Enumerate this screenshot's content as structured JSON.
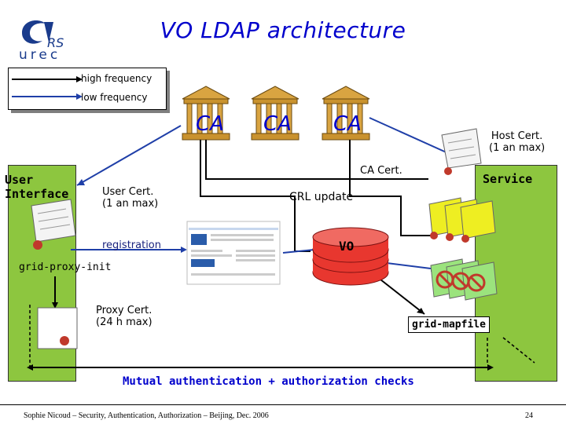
{
  "slide": {
    "title": "VO LDAP architecture",
    "logo_text": "urec",
    "legend": {
      "high": "high frequency",
      "low": "low frequency"
    },
    "ca_labels": [
      "CA",
      "CA",
      "CA"
    ],
    "host_cert": [
      "Host Cert.",
      "(1 an max)"
    ],
    "service": "Service",
    "user_interface": [
      "User",
      "Interface"
    ],
    "user_cert": [
      "User Cert.",
      "(1 an max)"
    ],
    "ca_cert": "CA Cert.",
    "crl_update": "CRL update",
    "registration": "registration",
    "vo": "VO",
    "grid_proxy_init": "grid-proxy-init",
    "proxy_cert": [
      "Proxy Cert.",
      "(24 h max)"
    ],
    "grid_mapfile": "grid-mapfile",
    "mutual_auth": "Mutual authentication + authorization checks",
    "footer_left": "Sophie Nicoud – Security, Authentication, Authorization – Beijing, Dec. 2006",
    "page_number": "24"
  },
  "colors": {
    "title": "#0000cc",
    "green": "#8dc63f",
    "vo_red": "#e8372f",
    "cert_yellow": "#eeee22"
  }
}
